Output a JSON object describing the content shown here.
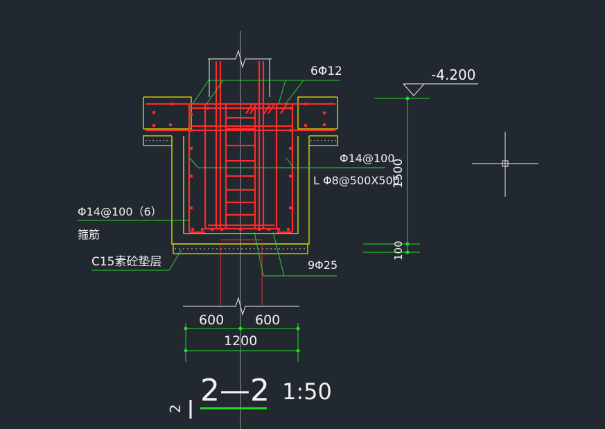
{
  "labels": {
    "top_bars": "6Φ12",
    "elevation": "-4.200",
    "side_bars": "Φ14@100",
    "beam": "L Φ8@500X500",
    "stirrup_spec": "Φ14@100（6）",
    "stirrup_name": "箍筋",
    "cushion": "C15素砼垫层",
    "bottom_bars": "9Φ25"
  },
  "dimensions": {
    "height_main": "1500",
    "height_cushion": "100",
    "left_half": "600",
    "right_half": "600",
    "total_width": "1200"
  },
  "title": {
    "section": "2—2",
    "scale": "1:50",
    "ref": "2"
  },
  "colors": {
    "background": "#212830",
    "rebar": "#ff2a2a",
    "concrete": "#e6e600",
    "dimension": "#22dd22",
    "leader": "#2ed22e",
    "text": "#f2f2f2",
    "centerline": "#9a9a9a"
  }
}
